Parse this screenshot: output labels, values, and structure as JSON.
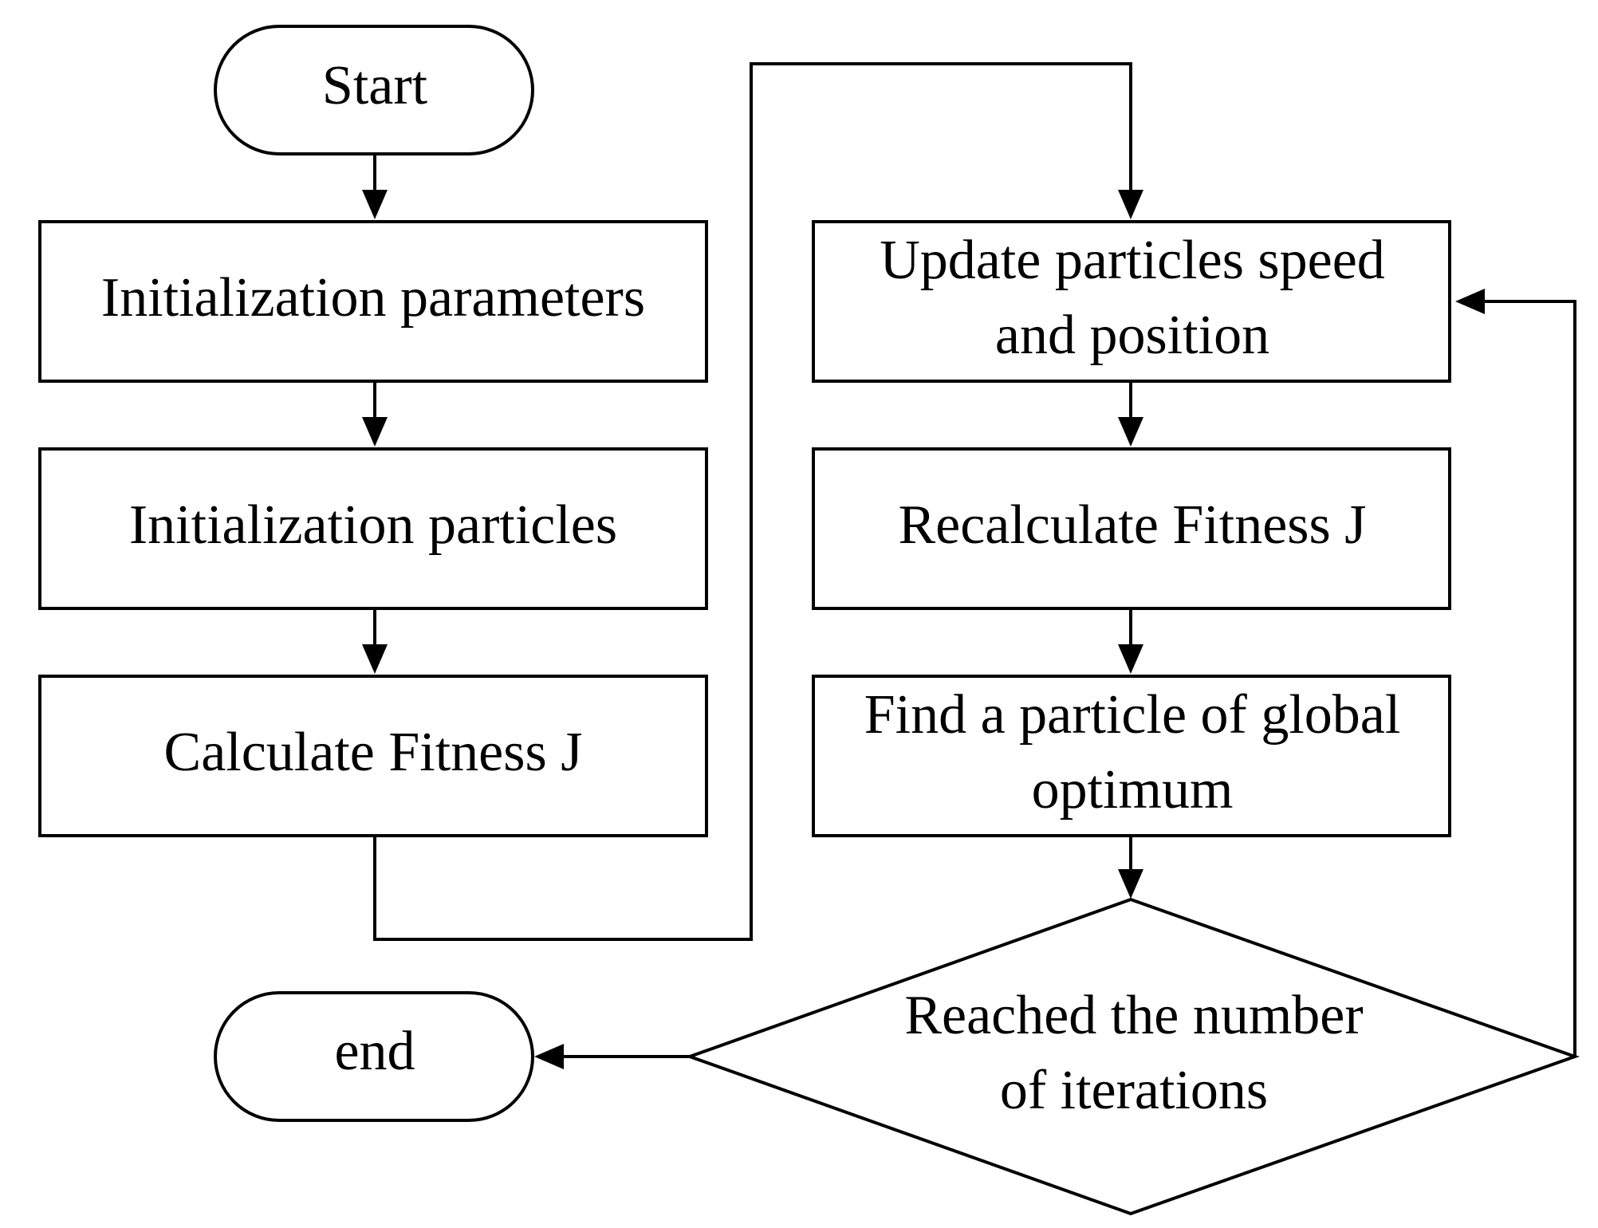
{
  "diagram": {
    "type": "flowchart",
    "colors": {
      "stroke": "#000000",
      "fill": "#ffffff",
      "text": "#000000"
    },
    "nodes": {
      "start": {
        "shape": "terminal",
        "lines": [
          "Start"
        ]
      },
      "init_params": {
        "shape": "process",
        "lines": [
          "Initialization parameters"
        ]
      },
      "init_particles": {
        "shape": "process",
        "lines": [
          "Initialization particles"
        ]
      },
      "calc_fitness": {
        "shape": "process",
        "lines": [
          "Calculate Fitness J"
        ]
      },
      "update": {
        "shape": "process",
        "lines": [
          "Update particles speed",
          "and position"
        ]
      },
      "recalc_fitness": {
        "shape": "process",
        "lines": [
          "Recalculate Fitness J"
        ]
      },
      "find_optimum": {
        "shape": "process",
        "lines": [
          "Find a particle of global",
          "optimum"
        ]
      },
      "check_iterations": {
        "shape": "decision",
        "lines": [
          "Reached the number",
          "of iterations"
        ]
      },
      "end": {
        "shape": "terminal",
        "lines": [
          "end"
        ]
      }
    },
    "edges": [
      {
        "from": "start",
        "to": "init_params"
      },
      {
        "from": "init_params",
        "to": "init_particles"
      },
      {
        "from": "init_particles",
        "to": "calc_fitness"
      },
      {
        "from": "calc_fitness",
        "to": "update"
      },
      {
        "from": "update",
        "to": "recalc_fitness"
      },
      {
        "from": "recalc_fitness",
        "to": "find_optimum"
      },
      {
        "from": "find_optimum",
        "to": "check_iterations"
      },
      {
        "from": "check_iterations",
        "to": "end"
      },
      {
        "from": "check_iterations",
        "to": "update"
      }
    ]
  }
}
